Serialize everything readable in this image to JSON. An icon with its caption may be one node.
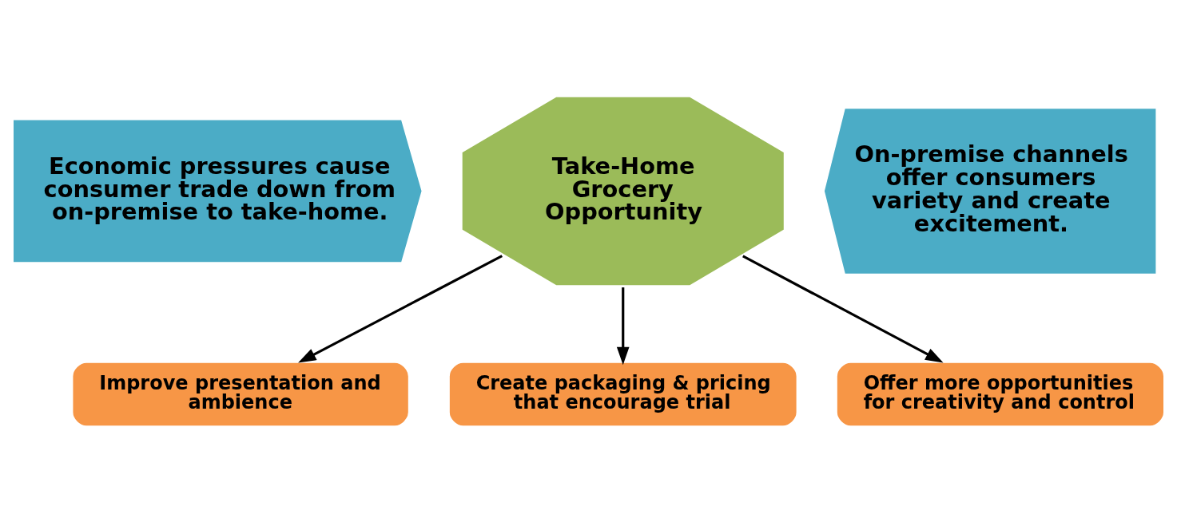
{
  "diagram": {
    "nodes": [
      {
        "text": [
          "Economic pressures cause consumer trade down from on-premise to take-home."
        ]
      },
      {
        "text": [
          "Take-Home Grocery Opportunity"
        ]
      },
      {
        "text": [
          "On-premise channels offer consumers variety and create excitement."
        ]
      },
      {
        "text": [
          "Improve presentation and ambience"
        ]
      },
      {
        "text": [
          "Create packaging & pricing that encourage trial"
        ]
      },
      {
        "text": [
          "Offer more opportunities for creativity and control"
        ]
      }
    ],
    "edges": [
      {
        "from": 1,
        "to": 3,
        "arrow": "to"
      },
      {
        "from": 1,
        "to": 4,
        "arrow": "to"
      },
      {
        "from": 1,
        "to": 5,
        "arrow": "to"
      }
    ]
  }
}
